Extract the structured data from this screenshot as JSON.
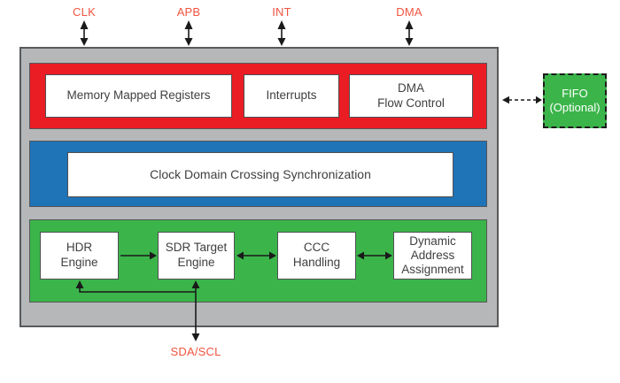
{
  "ports": {
    "clk": {
      "label": "CLK"
    },
    "apb": {
      "label": "APB"
    },
    "int": {
      "label": "INT"
    },
    "dma": {
      "label": "DMA"
    },
    "sda_scl": {
      "label": "SDA/SCL"
    }
  },
  "register_band": {
    "memory_mapped_registers": "Memory Mapped Registers",
    "interrupts": "Interrupts",
    "dma_flow_control": "DMA\nFlow Control"
  },
  "cdc_band": {
    "clock_domain_crossing": "Clock Domain Crossing Synchronization"
  },
  "engine_band": {
    "hdr_engine": "HDR\nEngine",
    "sdr_target_engine": "SDR Target\nEngine",
    "ccc_handling": "CCC\nHandling",
    "dynamic_address_assignment": "Dynamic\nAddress\nAssignment"
  },
  "fifo": {
    "label": "FIFO\n(Optional)"
  },
  "colors": {
    "band_red": "#EA1C24",
    "band_blue": "#1F73B7",
    "band_green": "#3BB54A",
    "container_gray": "#B5B7B9",
    "port_label": "#F0543F",
    "box_text": "#3E3F41",
    "fifo_text": "#FFFFFF"
  }
}
